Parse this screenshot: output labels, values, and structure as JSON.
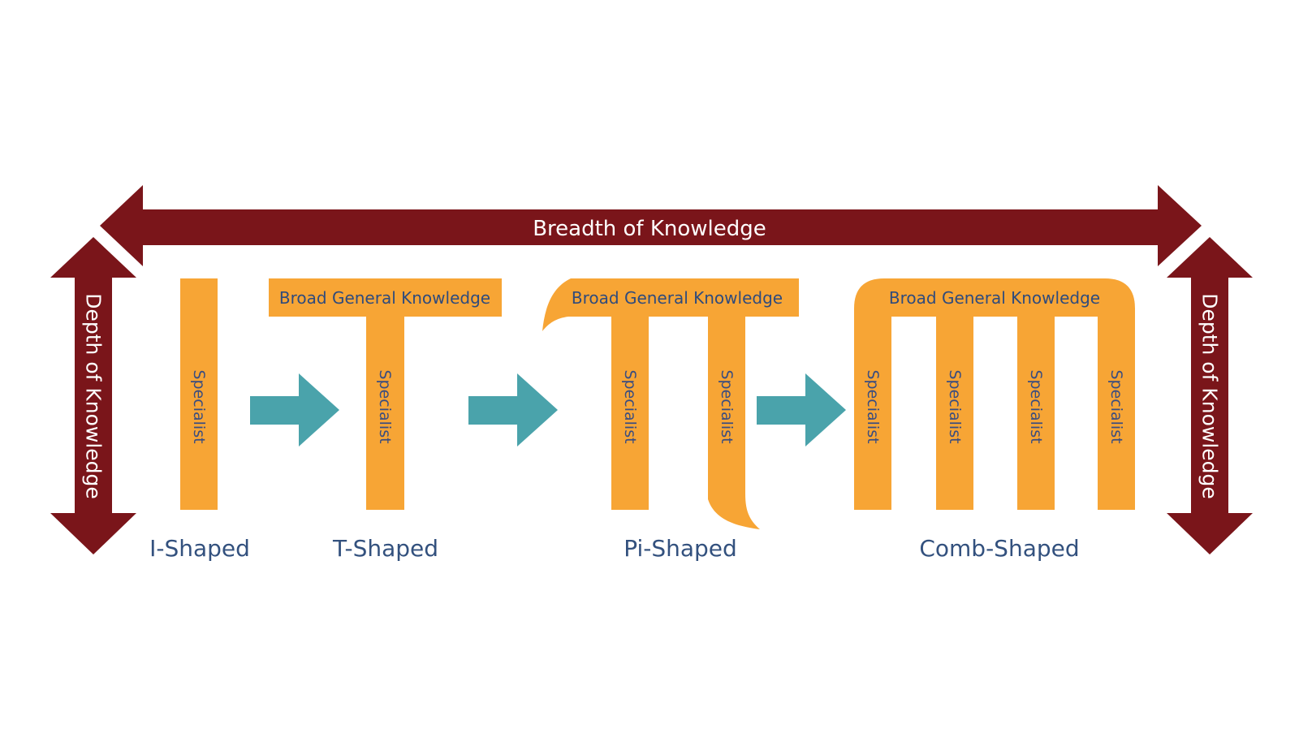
{
  "axes": {
    "breadth_label": "Breadth of Knowledge",
    "depth_label_left": "Depth of Knowledge",
    "depth_label_right": "Depth of Knowledge"
  },
  "shapes": [
    {
      "name": "I-Shaped",
      "specialist_labels": [
        "Specialist"
      ]
    },
    {
      "name": "T-Shaped",
      "broad_label": "Broad General Knowledge",
      "specialist_labels": [
        "Specialist"
      ]
    },
    {
      "name": "Pi-Shaped",
      "broad_label": "Broad General Knowledge",
      "specialist_labels": [
        "Specialist",
        "Specialist"
      ]
    },
    {
      "name": "Comb-Shaped",
      "broad_label": "Broad General Knowledge",
      "specialist_labels": [
        "Specialist",
        "Specialist",
        "Specialist",
        "Specialist"
      ]
    }
  ],
  "colors": {
    "axis_arrow": "#7a151a",
    "knowledge_bar": "#f7a535",
    "progression_arrow": "#4aa3ab",
    "text_dark": "#33517e"
  },
  "icons": {
    "progression_arrow": "right-arrow-icon",
    "breadth_arrow": "double-headed-horizontal-arrow-icon",
    "depth_arrow": "double-headed-vertical-arrow-icon"
  }
}
